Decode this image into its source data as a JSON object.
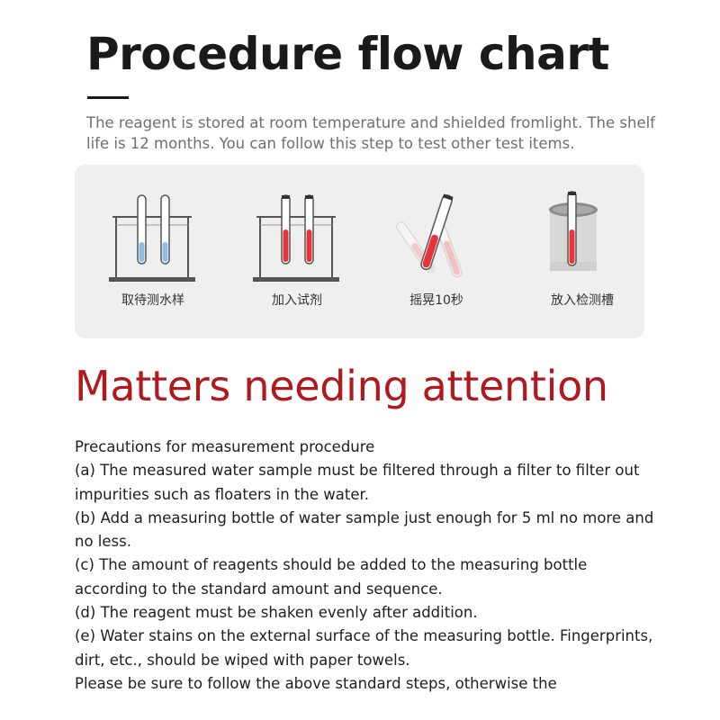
{
  "header": {
    "title": "Procedure flow chart",
    "intro": "The reagent is stored at room temperature and shielded fromlight. The shelf life is 12 months. You can follow this step to test other test items."
  },
  "steps": [
    {
      "label": "取待测水样",
      "icon": "beaker-with-blue-tubes"
    },
    {
      "label": "加入试剂",
      "icon": "beaker-with-red-tubes"
    },
    {
      "label": "摇晃10秒",
      "icon": "shaking-tube"
    },
    {
      "label": "放入检测槽",
      "icon": "tube-in-detection-slot"
    }
  ],
  "colors": {
    "accent_red": "#b0191e",
    "liquid_blue": "#8fbde6",
    "liquid_red": "#e8333a",
    "panel_bg": "#efefef",
    "title_text": "#1a1a1a",
    "intro_text": "#6f6f6f"
  },
  "attention": {
    "title": "Matters needing attention",
    "lines": [
      "Precautions for measurement procedure",
      "(a) The measured water sample must be filtered through a filter to filter out impurities such as floaters in the water.",
      "(b) Add a measuring bottle of water sample just enough for 5 ml no more and no less.",
      "(c) The amount of reagents should be added to the measuring bottle according to the standard amount and sequence.",
      "(d) The reagent must be shaken evenly after addition.",
      "(e) Water stains on the external surface of the measuring bottle. Fingerprints, dirt, etc., should be wiped with paper towels.",
      "Please be sure to follow the above standard steps, otherwise the"
    ]
  }
}
